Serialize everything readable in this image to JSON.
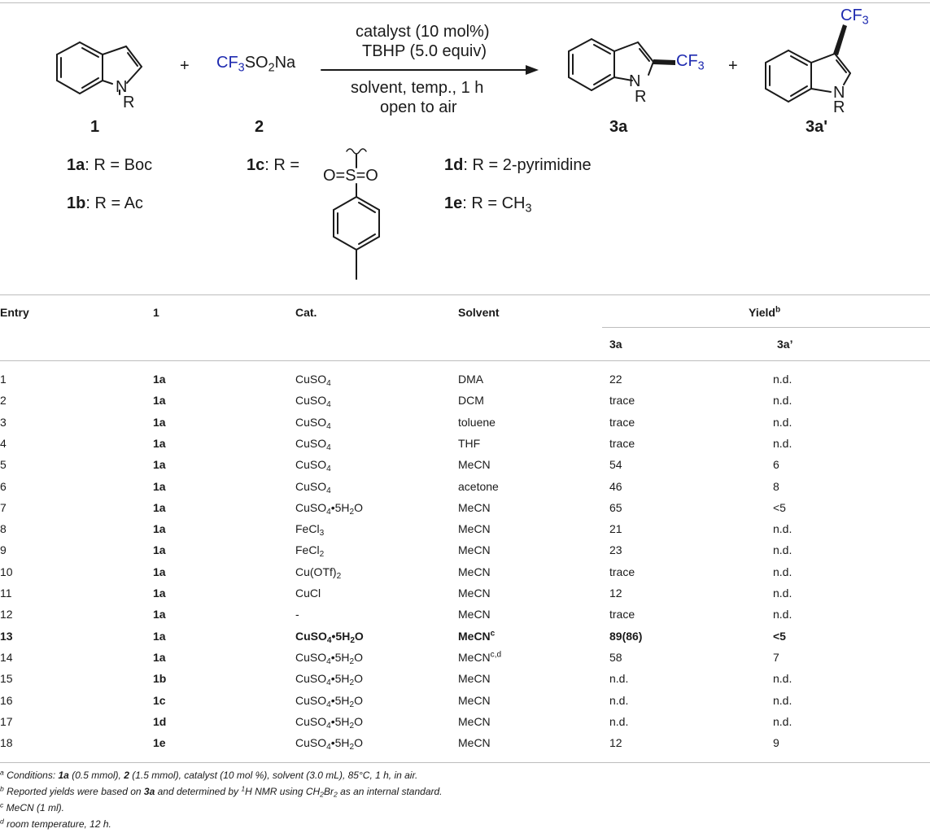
{
  "scheme": {
    "reagent": {
      "prefix": "CF",
      "sub1": "3",
      "mid": "SO",
      "sub2": "2",
      "suffix": "Na"
    },
    "plus": "+",
    "arrow_above": [
      "catalyst (10 mol%)",
      "TBHP (5.0 equiv)"
    ],
    "arrow_below": [
      "solvent, temp., 1 h",
      "open to air"
    ],
    "atoms": {
      "N": "N",
      "R": "R",
      "cf3": "CF",
      "cf3_sub": "3"
    },
    "compound_labels": [
      "1",
      "2",
      "3a",
      "3a'"
    ],
    "r_groups": {
      "r1a": {
        "id": "1a",
        "text": ": R = Boc"
      },
      "r1b": {
        "id": "1b",
        "text": ": R = Ac"
      },
      "r1c": {
        "id": "1c",
        "text": ": R = "
      },
      "r1d": {
        "id": "1d",
        "text": ": R = 2-pyrimidine"
      },
      "r1e": {
        "id": "1e",
        "text": ": R = CH",
        "sub": "3"
      },
      "sulfonyl": {
        "left_o": "O=",
        "s": "S",
        "right_o": "=O"
      }
    }
  },
  "table": {
    "headers": {
      "entry": "Entry",
      "sub": "1",
      "cat": "Cat.",
      "solvent": "Solvent",
      "yield": "Yield",
      "yield_sup": "b",
      "col_3a": "3a",
      "col_3a2": "3a’"
    },
    "rows": [
      {
        "entry": "1",
        "sub": "1a",
        "cat": {
          "t": "CuSO",
          "s": "4",
          "r": ""
        },
        "solvent": {
          "t": "DMA",
          "sup": ""
        },
        "y3a": "22",
        "y3a2": "n.d."
      },
      {
        "entry": "2",
        "sub": "1a",
        "cat": {
          "t": "CuSO",
          "s": "4",
          "r": ""
        },
        "solvent": {
          "t": "DCM",
          "sup": ""
        },
        "y3a": "trace",
        "y3a2": "n.d."
      },
      {
        "entry": "3",
        "sub": "1a",
        "cat": {
          "t": "CuSO",
          "s": "4",
          "r": ""
        },
        "solvent": {
          "t": "toluene",
          "sup": ""
        },
        "y3a": "trace",
        "y3a2": "n.d."
      },
      {
        "entry": "4",
        "sub": "1a",
        "cat": {
          "t": "CuSO",
          "s": "4",
          "r": ""
        },
        "solvent": {
          "t": "THF",
          "sup": ""
        },
        "y3a": "trace",
        "y3a2": "n.d."
      },
      {
        "entry": "5",
        "sub": "1a",
        "cat": {
          "t": "CuSO",
          "s": "4",
          "r": ""
        },
        "solvent": {
          "t": "MeCN",
          "sup": ""
        },
        "y3a": "54",
        "y3a2": "6"
      },
      {
        "entry": "6",
        "sub": "1a",
        "cat": {
          "t": "CuSO",
          "s": "4",
          "r": ""
        },
        "solvent": {
          "t": "acetone",
          "sup": ""
        },
        "y3a": "46",
        "y3a2": "8"
      },
      {
        "entry": "7",
        "sub": "1a",
        "cat": {
          "t": "CuSO",
          "s": "4",
          "r": "•5H",
          "s2": "2",
          "r2": "O"
        },
        "solvent": {
          "t": "MeCN",
          "sup": ""
        },
        "y3a": "65",
        "y3a2": "<5"
      },
      {
        "entry": "8",
        "sub": "1a",
        "cat": {
          "t": "FeCl",
          "s": "3",
          "r": ""
        },
        "solvent": {
          "t": "MeCN",
          "sup": ""
        },
        "y3a": "21",
        "y3a2": "n.d."
      },
      {
        "entry": "9",
        "sub": "1a",
        "cat": {
          "t": "FeCl",
          "s": "2",
          "r": ""
        },
        "solvent": {
          "t": "MeCN",
          "sup": ""
        },
        "y3a": "23",
        "y3a2": "n.d."
      },
      {
        "entry": "10",
        "sub": "1a",
        "cat": {
          "t": "Cu(OTf)",
          "s": "2",
          "r": ""
        },
        "solvent": {
          "t": "MeCN",
          "sup": ""
        },
        "y3a": "trace",
        "y3a2": "n.d."
      },
      {
        "entry": "11",
        "sub": "1a",
        "cat": {
          "t": "CuCl",
          "s": "",
          "r": ""
        },
        "solvent": {
          "t": "MeCN",
          "sup": ""
        },
        "y3a": "12",
        "y3a2": "n.d."
      },
      {
        "entry": "12",
        "sub": "1a",
        "cat": {
          "t": "-",
          "s": "",
          "r": ""
        },
        "solvent": {
          "t": "MeCN",
          "sup": ""
        },
        "y3a": "trace",
        "y3a2": "n.d."
      },
      {
        "entry": "13",
        "sub": "1a",
        "bold": true,
        "cat": {
          "t": "CuSO",
          "s": "4",
          "r": "•5H",
          "s2": "2",
          "r2": "O"
        },
        "solvent": {
          "t": "MeCN",
          "sup": "c"
        },
        "y3a": "89(86)",
        "y3a2": "<5"
      },
      {
        "entry": "14",
        "sub": "1a",
        "cat": {
          "t": "CuSO",
          "s": "4",
          "r": "•5H",
          "s2": "2",
          "r2": "O"
        },
        "solvent": {
          "t": "MeCN",
          "sup": "c,d"
        },
        "y3a": "58",
        "y3a2": "7"
      },
      {
        "entry": "15",
        "sub": "1b",
        "cat": {
          "t": "CuSO",
          "s": "4",
          "r": "•5H",
          "s2": "2",
          "r2": "O"
        },
        "solvent": {
          "t": "MeCN",
          "sup": ""
        },
        "y3a": "n.d.",
        "y3a2": "n.d."
      },
      {
        "entry": "16",
        "sub": "1c",
        "cat": {
          "t": "CuSO",
          "s": "4",
          "r": "•5H",
          "s2": "2",
          "r2": "O"
        },
        "solvent": {
          "t": "MeCN",
          "sup": ""
        },
        "y3a": "n.d.",
        "y3a2": "n.d."
      },
      {
        "entry": "17",
        "sub": "1d",
        "cat": {
          "t": "CuSO",
          "s": "4",
          "r": "•5H",
          "s2": "2",
          "r2": "O"
        },
        "solvent": {
          "t": "MeCN",
          "sup": ""
        },
        "y3a": "n.d.",
        "y3a2": "n.d."
      },
      {
        "entry": "18",
        "sub": "1e",
        "cat": {
          "t": "CuSO",
          "s": "4",
          "r": "•5H",
          "s2": "2",
          "r2": "O"
        },
        "solvent": {
          "t": "MeCN",
          "sup": ""
        },
        "y3a": "12",
        "y3a2": "9"
      }
    ]
  },
  "footnotes": {
    "a": {
      "mark": "a",
      "t1": " Conditions: ",
      "b1": "1a",
      "t2": " (0.5 mmol), ",
      "b2": "2",
      "t3": " (1.5 mmol), catalyst (10 mol %), solvent (3.0 mL), 85°C, 1 h, in air."
    },
    "b": {
      "mark": "b",
      "t1": " Reported yields were based on ",
      "b1": "3a",
      "t2": " and determined by ",
      "sup": "1",
      "t3": "H NMR using CH",
      "s1": "2",
      "t4": "Br",
      "s2": "2",
      "t5": " as an internal standard."
    },
    "c": {
      "mark": "c",
      "t1": " MeCN (1 ml)."
    },
    "d": {
      "mark": "d",
      "t1": " room temperature, 12 h."
    }
  }
}
